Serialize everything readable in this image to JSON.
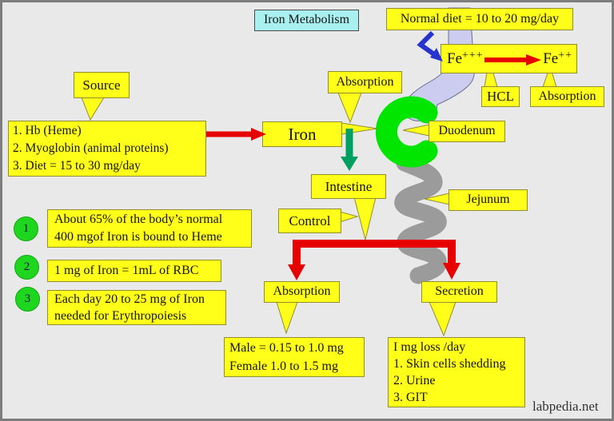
{
  "title": "Iron Metabolism",
  "watermark": "labpedia.net",
  "colors": {
    "box_yellow": "#ffff19",
    "title_cyan": "#a9f1f1",
    "arrow_red": "#e60000",
    "arrow_green": "#00a062",
    "arrow_blue": "#2633cc",
    "duodenum_green": "#00e600",
    "jejunum_gray": "#9b9b9b",
    "stomach_lavender": "#ccccf0",
    "note_circle_green": "#1fd61f"
  },
  "top": {
    "normal_diet": "Normal diet = 10 to 20 mg/day",
    "fe3_base": "Fe",
    "fe3_sup": "+++",
    "fe2_base": "Fe",
    "fe2_sup": "++",
    "hcl": "HCL",
    "absorption_fe": "Absorption"
  },
  "source": {
    "label": "Source",
    "lines": [
      "1. Hb (Heme)",
      "2. Myoglobin  (animal proteins)",
      "3. Diet = 15 to 30 mg/day"
    ]
  },
  "center": {
    "iron": "Iron",
    "absorption": "Absorption",
    "duodenum": "Duodenum",
    "intestine": "Intestine",
    "control": "Control",
    "jejunum": "Jejunum"
  },
  "bottom": {
    "absorption": "Absorption",
    "secretion": "Secretion",
    "male_lines": [
      "Male = 0.15 to 1.0 mg",
      "Female 1.0 to 1.5 mg"
    ],
    "loss_lines": [
      "I mg loss /day",
      "1. Skin cells shedding",
      "2. Urine",
      "3. GIT"
    ]
  },
  "notes": [
    {
      "num": "1",
      "lines": [
        "About 65% of the body’s normal",
        "400 mgof Iron is bound to Heme"
      ]
    },
    {
      "num": "2",
      "lines": [
        "1 mg of Iron = 1mL of RBC",
        ""
      ]
    },
    {
      "num": "3",
      "lines": [
        "Each day 20 to 25 mg of Iron",
        "needed for Erythropoiesis"
      ]
    }
  ]
}
